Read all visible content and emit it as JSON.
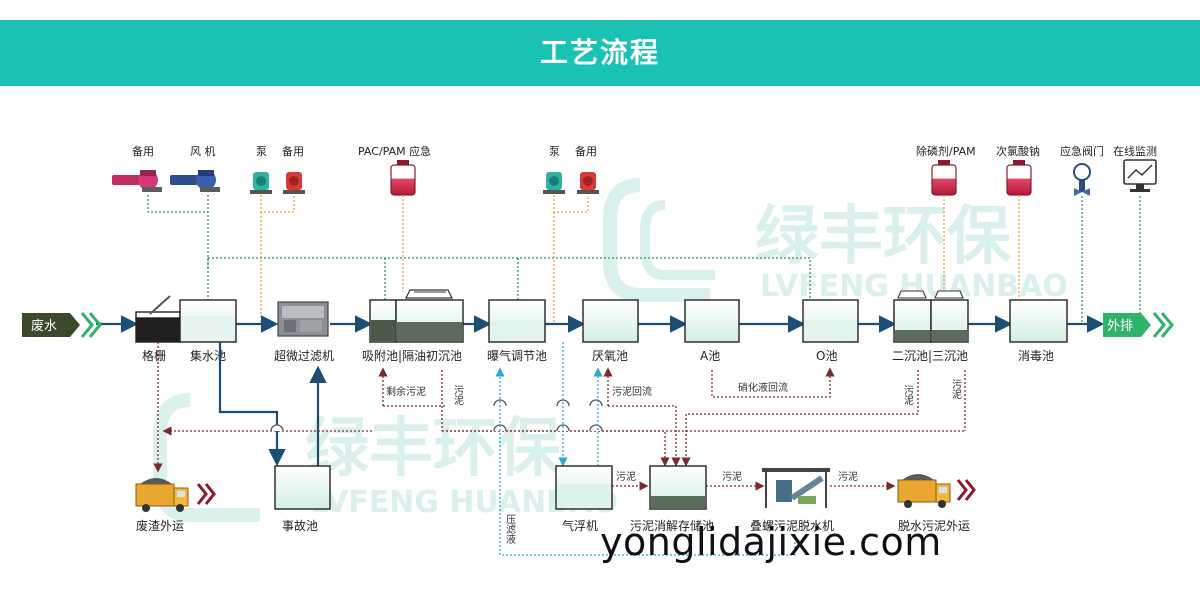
{
  "title": "工艺流程",
  "watermark": {
    "cn": "绿丰环保",
    "en": "LVFENG HUANBAO"
  },
  "website": "yonglidajixie.com",
  "inlet": "废水",
  "outlet": "外排",
  "equipment": {
    "backup1": "备用",
    "fan": "风 机",
    "pump1": "泵",
    "backup2": "备用",
    "pac_pam": "PAC/PAM 应急",
    "pump2": "泵",
    "backup3": "备用",
    "phos": "除磷剂/PAM",
    "hypo": "次氯酸钠",
    "valve": "应急阀门",
    "monitor": "在线监测"
  },
  "units": {
    "grille": "格栅",
    "collect": "集水池",
    "filter": "超微过滤机",
    "adsorb": "吸附池|隔油初沉池",
    "aeration": "曝气调节池",
    "anaerobic": "厌氧池",
    "a_tank": "A池",
    "o_tank": "O池",
    "settle": "二沉池|三沉池",
    "disinfect": "消毒池",
    "slag": "废渣外运",
    "accident": "事故池",
    "flotation": "气浮机",
    "sludge_store": "污泥消解存储池",
    "dewater": "叠螺污泥脱水机",
    "sludge_out": "脱水污泥外运"
  },
  "flow_labels": {
    "excess": "剩余污泥",
    "sludge_v1": "污泥",
    "reflux": "污泥回流",
    "nitrate": "硝化液回流",
    "sludge_v2": "污泥",
    "sludge_v3": "污泥",
    "sludge_h1": "污泥",
    "sludge_h2": "污泥",
    "sludge_h3": "污泥",
    "filtrate": "压滤液"
  },
  "colors": {
    "banner": "#19c2b2",
    "main_flow": "#1d4f74",
    "air_line": "#2f8f5a",
    "dose_line": "#e8a33b",
    "sludge_line": "#7a2a2a",
    "filtrate_line": "#2ba7d8",
    "inlet_tag": "#3c4a2c",
    "outlet_tag": "#2fb36b"
  }
}
